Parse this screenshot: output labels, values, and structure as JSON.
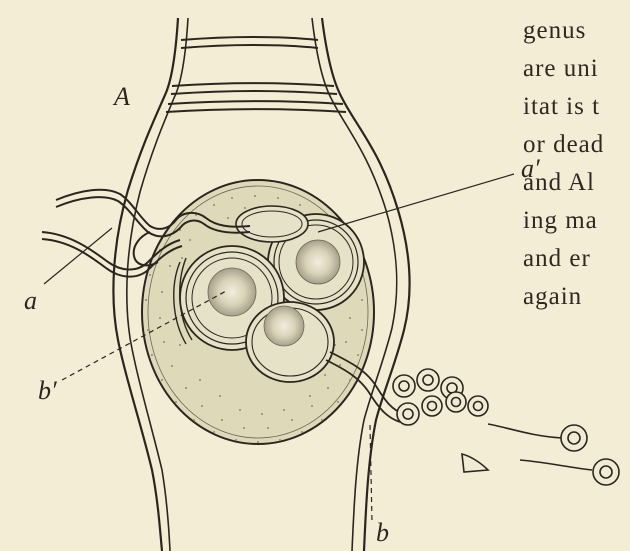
{
  "figure": {
    "labels": {
      "A": "A",
      "a": "a",
      "a_prime": "a′",
      "b": "b",
      "b_prime": "b′"
    }
  },
  "text_column": {
    "lines": [
      "genus",
      "are uni",
      "itat is t",
      "or dead",
      "and Al",
      "ing ma",
      "and er",
      "again"
    ]
  },
  "colors": {
    "paper": "#f4edd6",
    "ink": "#2b2520",
    "cell_fill": "#ded9b8",
    "stipple": "#9a9478"
  }
}
